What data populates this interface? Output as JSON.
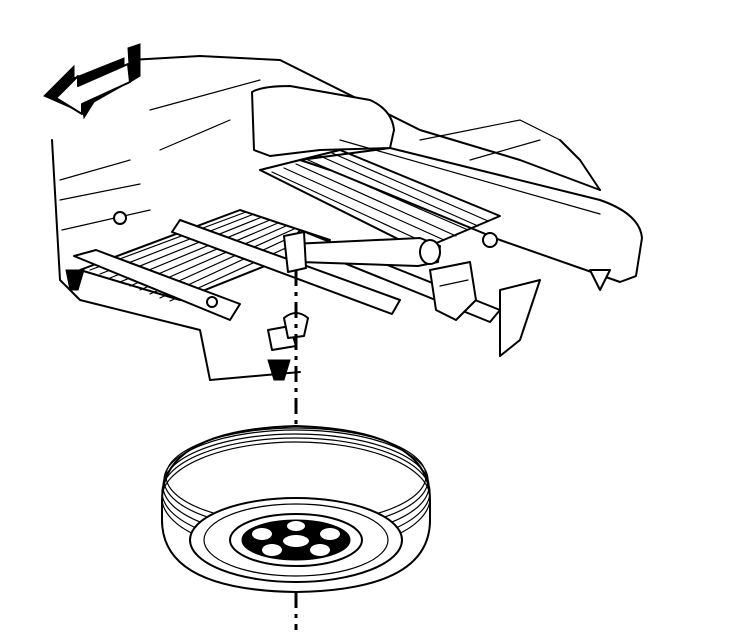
{
  "figure": {
    "background": "#ffffff",
    "line_color": "#000000",
    "icons": [
      "direction-arrow-icon",
      "spare-tire",
      "vehicle-underbody",
      "centerline-dash"
    ]
  }
}
